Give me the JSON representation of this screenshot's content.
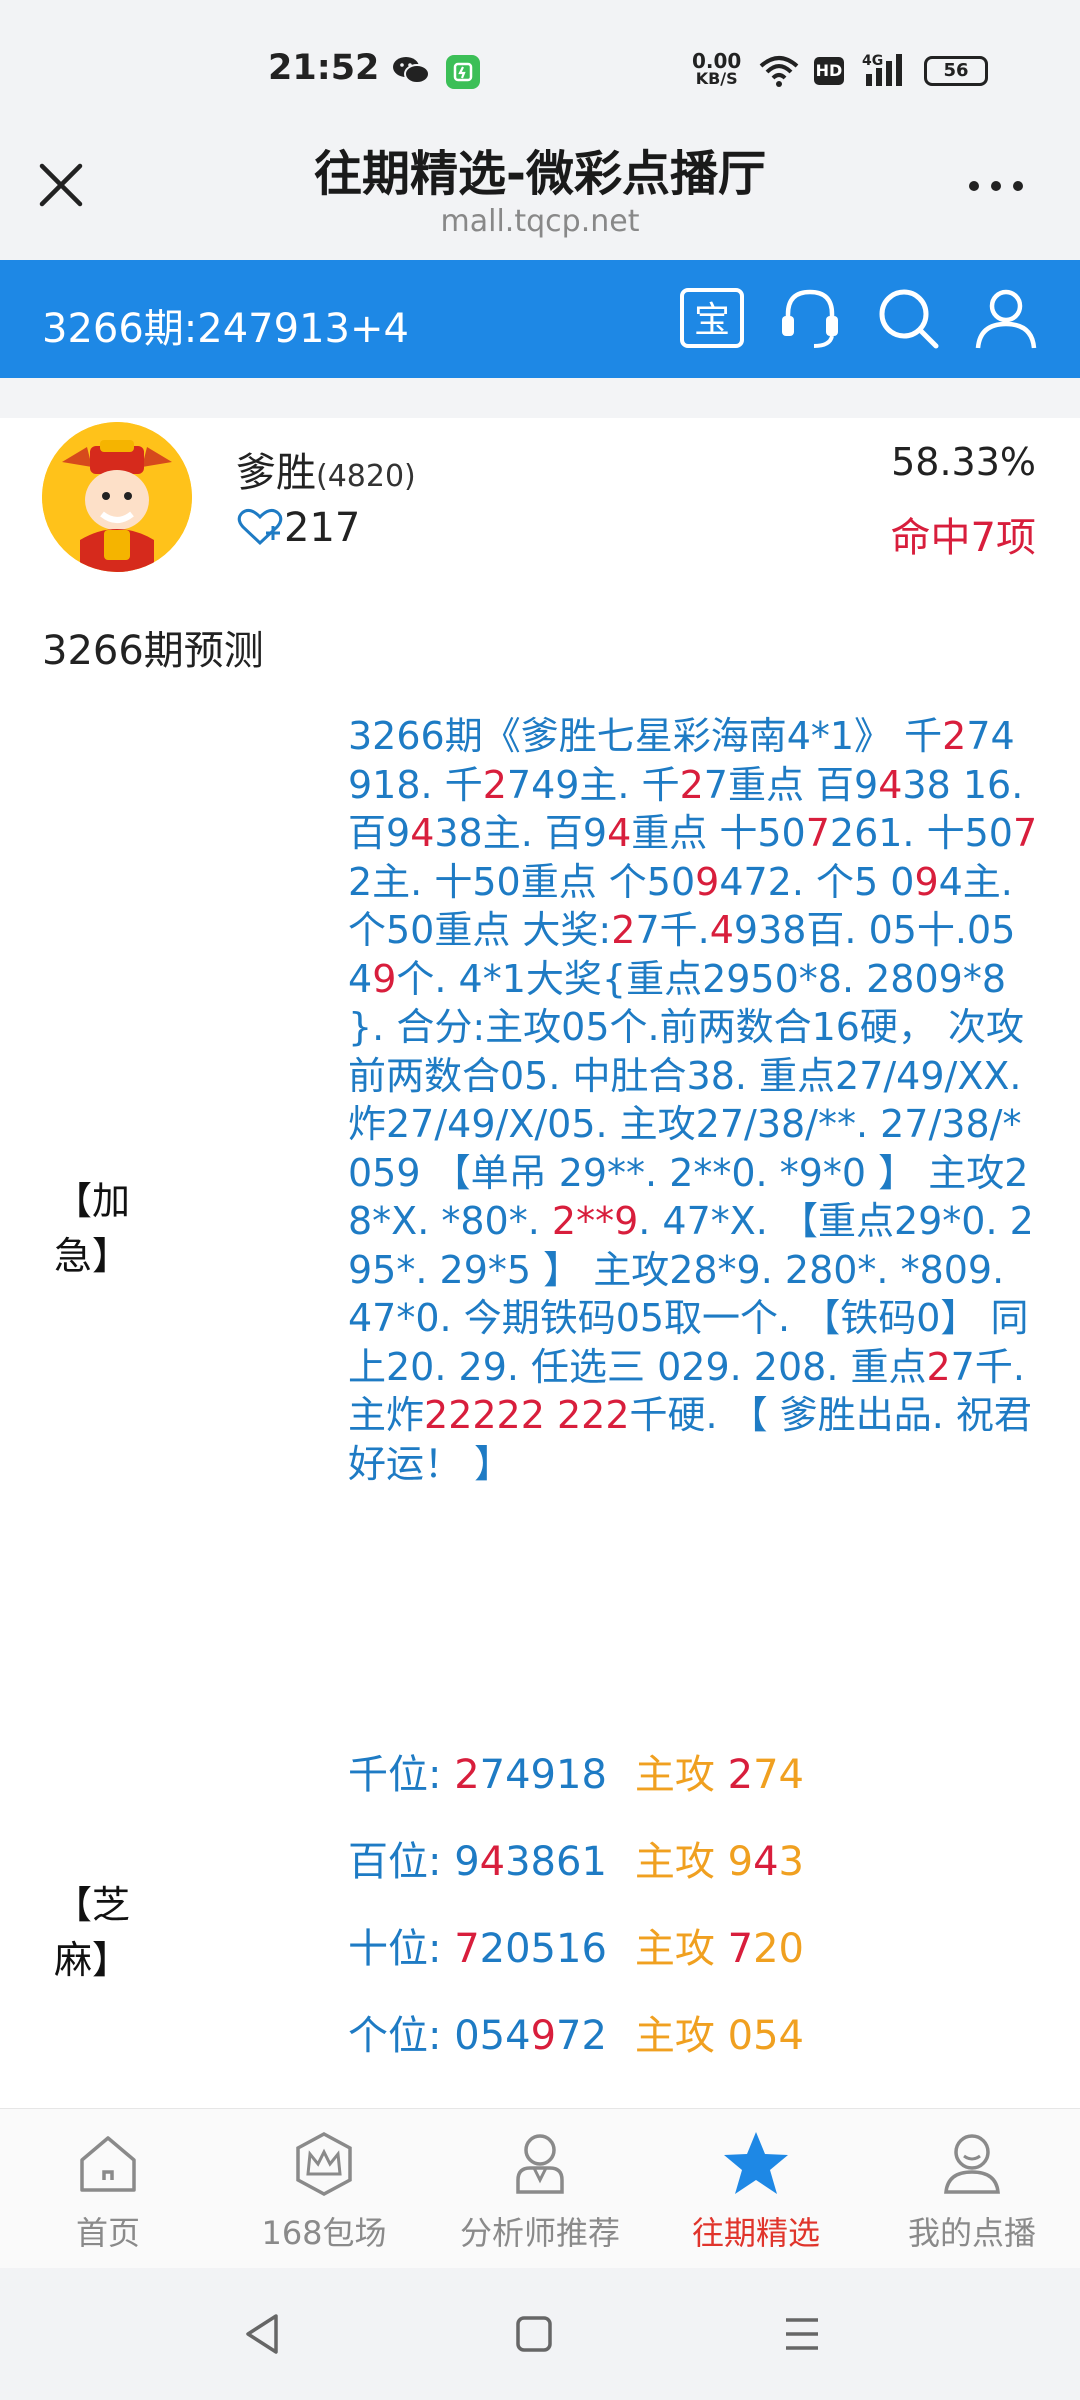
{
  "status_bar": {
    "time": "21:52",
    "net_speed_value": "0.00",
    "net_speed_unit": "KB/S",
    "hd_badge": "HD",
    "signal_label": "4G",
    "battery": "56"
  },
  "browser": {
    "title": "往期精选-微彩点播厅",
    "url": "mall.tqcp.net"
  },
  "header": {
    "issue_result": "3266期:247913+4"
  },
  "profile": {
    "name": "爹胜",
    "count": "(4820)",
    "likes": "217",
    "hit_rate": "58.33%",
    "hits": "命中7项"
  },
  "prediction_title": "3266期预测",
  "rows": {
    "urgent_label_a": "【加",
    "urgent_label_b": "急】",
    "sesame_label_a": "【芝",
    "sesame_label_b": "麻】"
  },
  "main_text": [
    {
      "t": "3266期《爹胜七星彩海南4*1》 千"
    },
    {
      "t": "2",
      "r": true
    },
    {
      "t": "74918. 千"
    },
    {
      "t": "2",
      "r": true
    },
    {
      "t": "749主. 千"
    },
    {
      "t": "2",
      "r": true
    },
    {
      "t": "7重点 百9"
    },
    {
      "t": "4",
      "r": true
    },
    {
      "t": "38 16. 百9"
    },
    {
      "t": "4",
      "r": true
    },
    {
      "t": "38主. 百9"
    },
    {
      "t": "4",
      "r": true
    },
    {
      "t": "重点 十50"
    },
    {
      "t": "7",
      "r": true
    },
    {
      "t": "261. 十50"
    },
    {
      "t": "7",
      "r": true
    },
    {
      "t": "2主. 十50重点 个50"
    },
    {
      "t": "9",
      "r": true
    },
    {
      "t": "472. 个5 0"
    },
    {
      "t": "9",
      "r": true
    },
    {
      "t": "4主. 个50重点 大奖:"
    },
    {
      "t": "2",
      "r": true
    },
    {
      "t": "7千."
    },
    {
      "t": "4",
      "r": true
    },
    {
      "t": "938百. 05十.054"
    },
    {
      "t": "9",
      "r": true
    },
    {
      "t": "个. 4*1大奖{重点2950*8. 2809*8 }. 合分:主攻05个.前两数合16硬， 次攻前两数合05. 中肚合38. 重点27/49/XX. 炸27/49/X/05. 主攻27/38/**. 27/38/*059 【单吊 29**. 2**0. *9*0 】 主攻28*X. *80*. "
    },
    {
      "t": "2**9",
      "r": true
    },
    {
      "t": ". 47*X. 【重点29*0. 295*. 29*5 】 主攻28*9. 280*. *809. 47*0. 今期铁码05取一个. 【铁码0】 同上20. 29. 任选三 029. 208. 重点"
    },
    {
      "t": "2",
      "r": true
    },
    {
      "t": "7千.主炸"
    },
    {
      "t": "22222 222",
      "r": true
    },
    {
      "t": "千硬. 【 爹胜出品. 祝君好运！ 】"
    }
  ],
  "positions": [
    {
      "label": "千位:",
      "d1": "2",
      "r1": true,
      "d2": "74918",
      "r2": false,
      "main_label": "主攻",
      "m1": "2",
      "m2": "74"
    },
    {
      "label": "百位:",
      "d1": "9",
      "d1b": "4",
      "d2": "3861",
      "main_label": "主攻",
      "m1": "9",
      "m1b": "4",
      "m2": "3"
    },
    {
      "label": "十位:",
      "d1": "7",
      "d2": "20516",
      "main_label": "主攻",
      "m1": "7",
      "m2": "20"
    },
    {
      "label": "个位:",
      "d1": "054",
      "d1b": "9",
      "d2": "72",
      "main_label": "主攻",
      "m1": "054"
    }
  ],
  "bottom_nav": [
    {
      "label": "首页",
      "icon": "home-icon"
    },
    {
      "label": "168包场",
      "icon": "crown-icon"
    },
    {
      "label": "分析师推荐",
      "icon": "analyst-icon"
    },
    {
      "label": "往期精选",
      "icon": "star-icon",
      "active": true
    },
    {
      "label": "我的点播",
      "icon": "user-icon"
    }
  ],
  "colors": {
    "header_blue": "#1e88e5",
    "text_blue": "#1e7bc4",
    "red": "#d81e3c",
    "orange": "#f0a020"
  }
}
